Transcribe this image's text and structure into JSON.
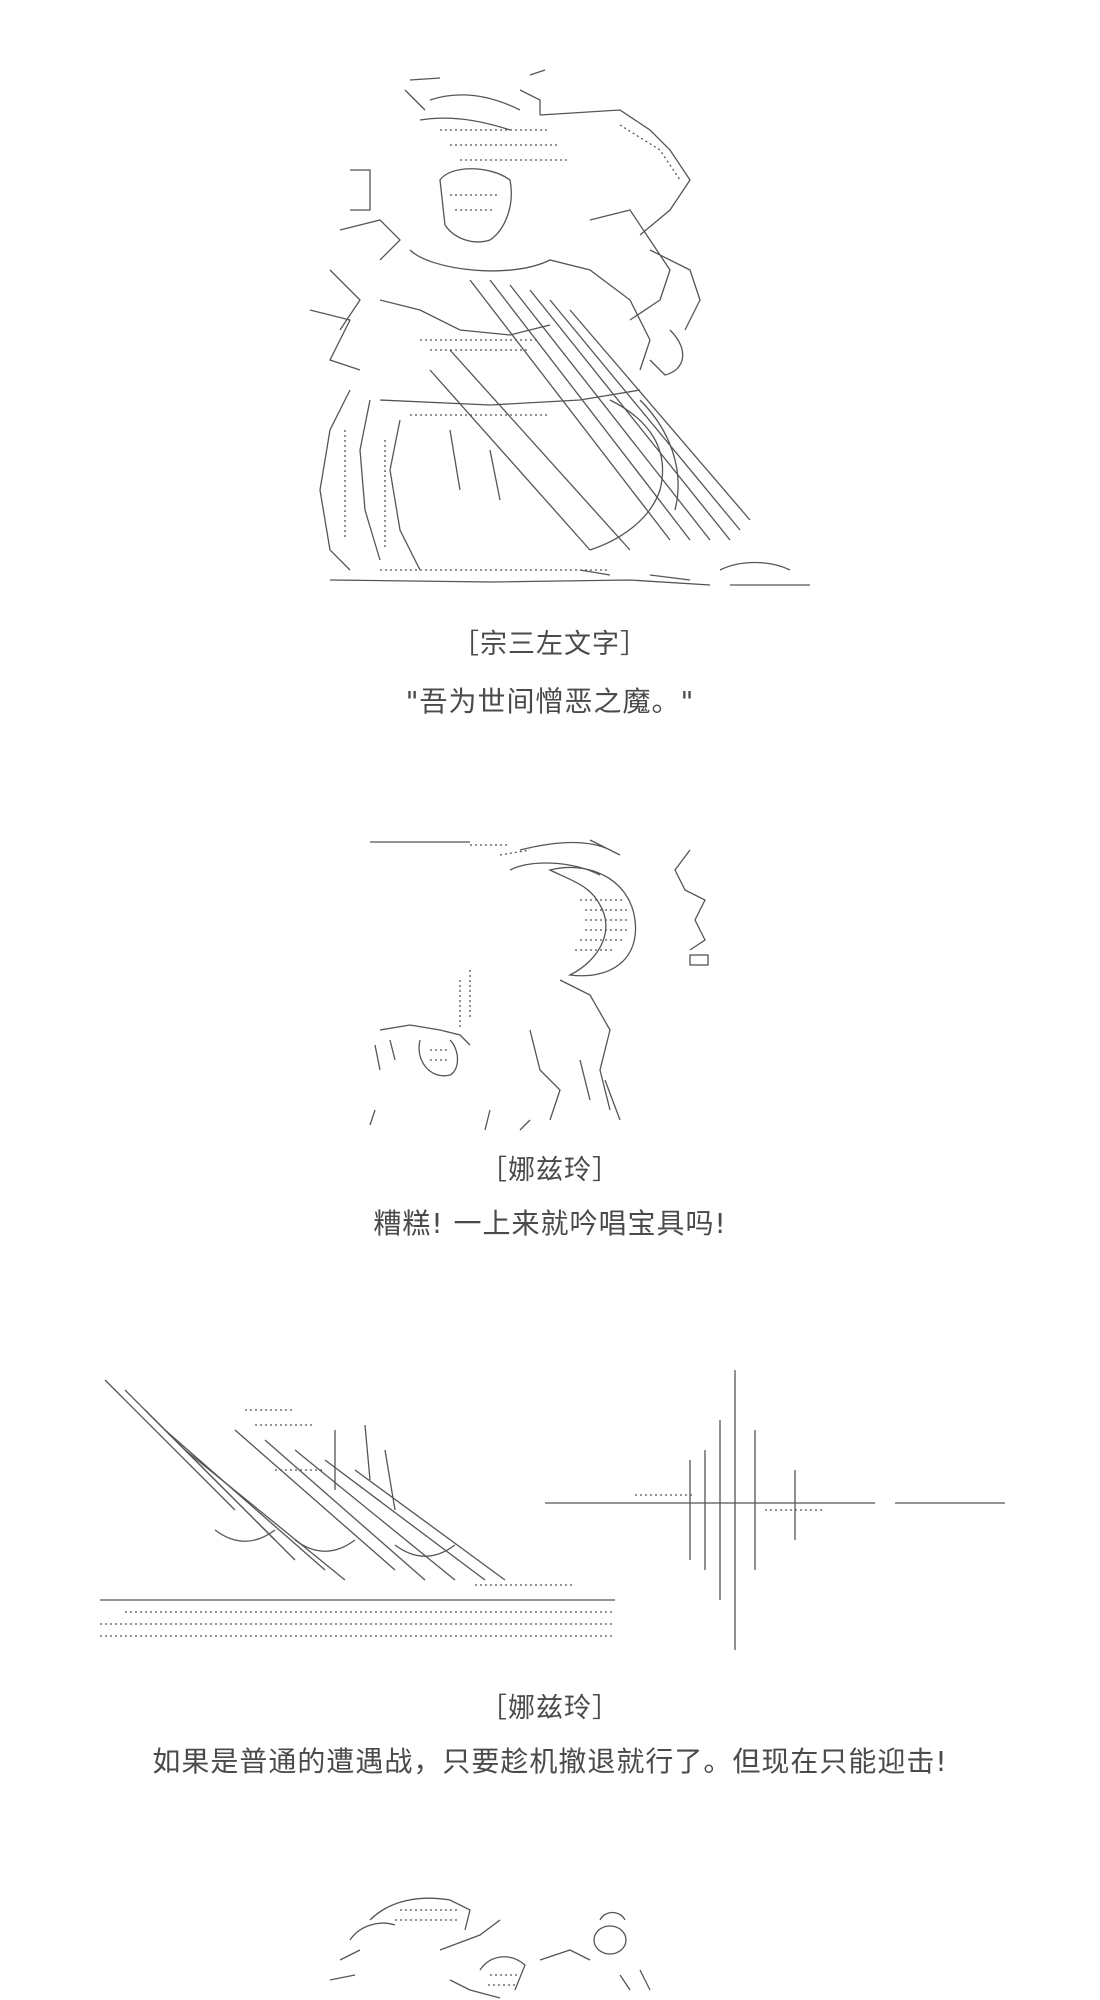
{
  "panels": [
    {
      "speaker": "［宗三左文字］",
      "line": "\"吾为世间憎恶之魔。\""
    },
    {
      "speaker": "［娜兹玲］",
      "line": "糟糕! 一上来就吟唱宝具吗!"
    },
    {
      "speaker": "［娜兹玲］",
      "line": "如果是普通的遭遇战，只要趁机撤退就行了。但现在只能迎击!"
    }
  ]
}
